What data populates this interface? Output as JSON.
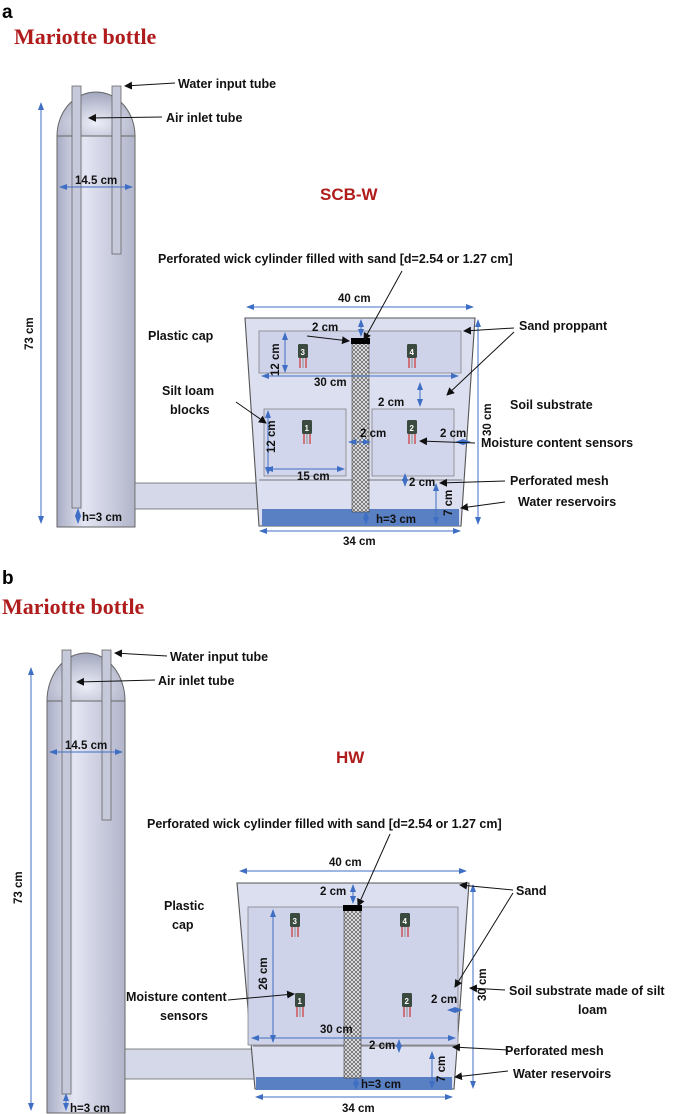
{
  "colors": {
    "title": "#b01c1c",
    "dim_arrow": "#3f6fc4",
    "water": "#5a80c4",
    "body": "#d8dbf0"
  },
  "panel_a": {
    "letter": "a",
    "title": "Mariotte bottle",
    "heading": "SCB-W",
    "labels": {
      "water_input": "Water input tube",
      "air_inlet": "Air inlet tube",
      "wick": "Perforated wick cylinder filled with sand [d=2.54 or 1.27 cm]",
      "plastic_cap": "Plastic cap",
      "sand_proppant": "Sand proppant",
      "silt_loam_1": "Silt loam",
      "silt_loam_2": "blocks",
      "soil_substrate": "Soil substrate",
      "moisture": "Moisture content sensors",
      "mesh": "Perforated mesh",
      "reservoir": "Water reservoirs"
    },
    "dims": {
      "bottle_width": "14.5 cm",
      "bottle_height": "73 cm",
      "bottle_h": "h=3 cm",
      "top_width": "40 cm",
      "cap_gap": "2 cm",
      "block_h_top": "12 cm",
      "block_w_top": "30 cm",
      "gap_mid": "2 cm",
      "block_h_low": "12 cm",
      "gap_center": "2 cm",
      "gap_right": "2 cm",
      "block_w_low": "15 cm",
      "mesh_gap": "2 cm",
      "res_h": "7 cm",
      "res_hh": "h=3 cm",
      "height": "30 cm",
      "bottom_width": "34 cm"
    },
    "sensors": [
      "3",
      "4",
      "1",
      "2"
    ]
  },
  "panel_b": {
    "letter": "b",
    "title": "Mariotte bottle",
    "heading": "HW",
    "labels": {
      "water_input": "Water input tube",
      "air_inlet": "Air inlet tube",
      "wick": "Perforated wick cylinder filled with sand [d=2.54 or 1.27 cm]",
      "plastic_cap_1": "Plastic",
      "plastic_cap_2": "cap",
      "sand": "Sand",
      "moisture_1": "Moisture content",
      "moisture_2": "sensors",
      "soil_1": "Soil substrate made of silt",
      "soil_2": "loam",
      "mesh": "Perforated mesh",
      "reservoir": "Water reservoirs"
    },
    "dims": {
      "bottle_width": "14.5 cm",
      "bottle_height": "73 cm",
      "bottle_h": "h=3 cm",
      "top_width": "40 cm",
      "cap_gap": "2 cm",
      "block_h": "26 cm",
      "block_w": "30 cm",
      "gap_right": "2 cm",
      "mesh_gap": "2 cm",
      "res_h": "7 cm",
      "res_hh": "h=3 cm",
      "height": "30 cm",
      "bottom_width": "34 cm"
    },
    "sensors": [
      "3",
      "4",
      "1",
      "2"
    ]
  }
}
